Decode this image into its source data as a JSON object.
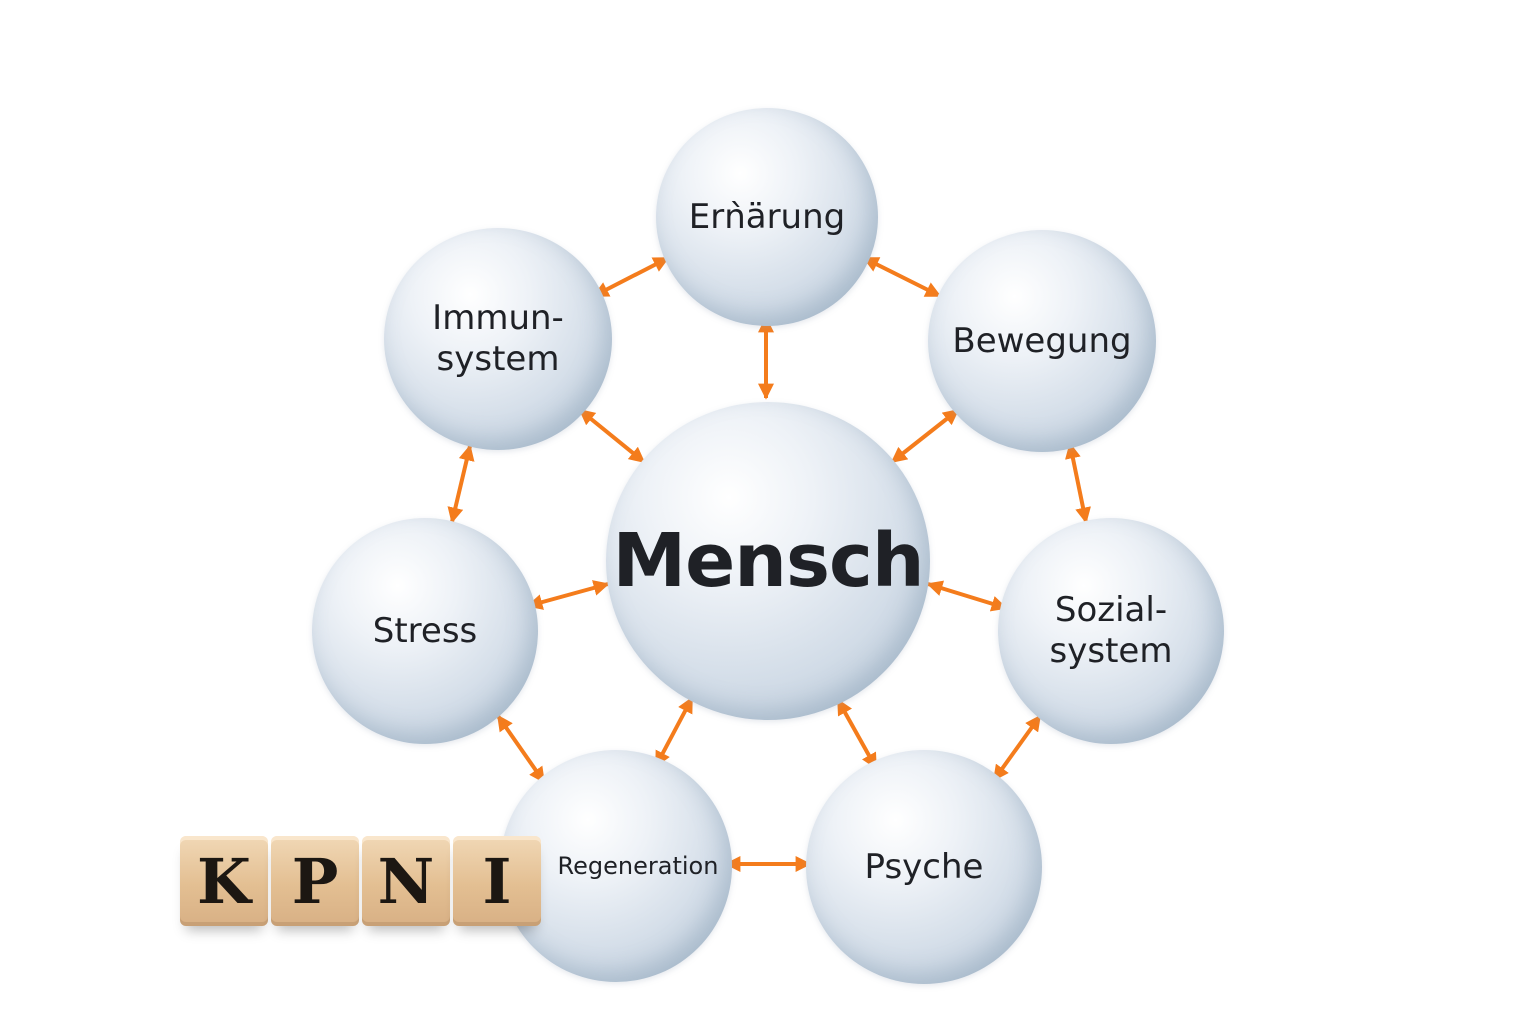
{
  "center": {
    "label": "Mensch"
  },
  "nodes": [
    {
      "key": "ernaehrung",
      "label": "Erǹärung"
    },
    {
      "key": "bewegung",
      "label": "Bewegung"
    },
    {
      "key": "sozialsystem",
      "label": "Sozial-\nsystem"
    },
    {
      "key": "psyche",
      "label": "Psyche"
    },
    {
      "key": "regeneration",
      "label": "Regeneration"
    },
    {
      "key": "stress",
      "label": "Stress"
    },
    {
      "key": "immunsystem",
      "label": "Immun-\nsystem"
    }
  ],
  "blocks": [
    "K",
    "P",
    "N",
    "I"
  ],
  "colors": {
    "arrow": "#f47c1c",
    "sphere": "#c8d5e3"
  }
}
